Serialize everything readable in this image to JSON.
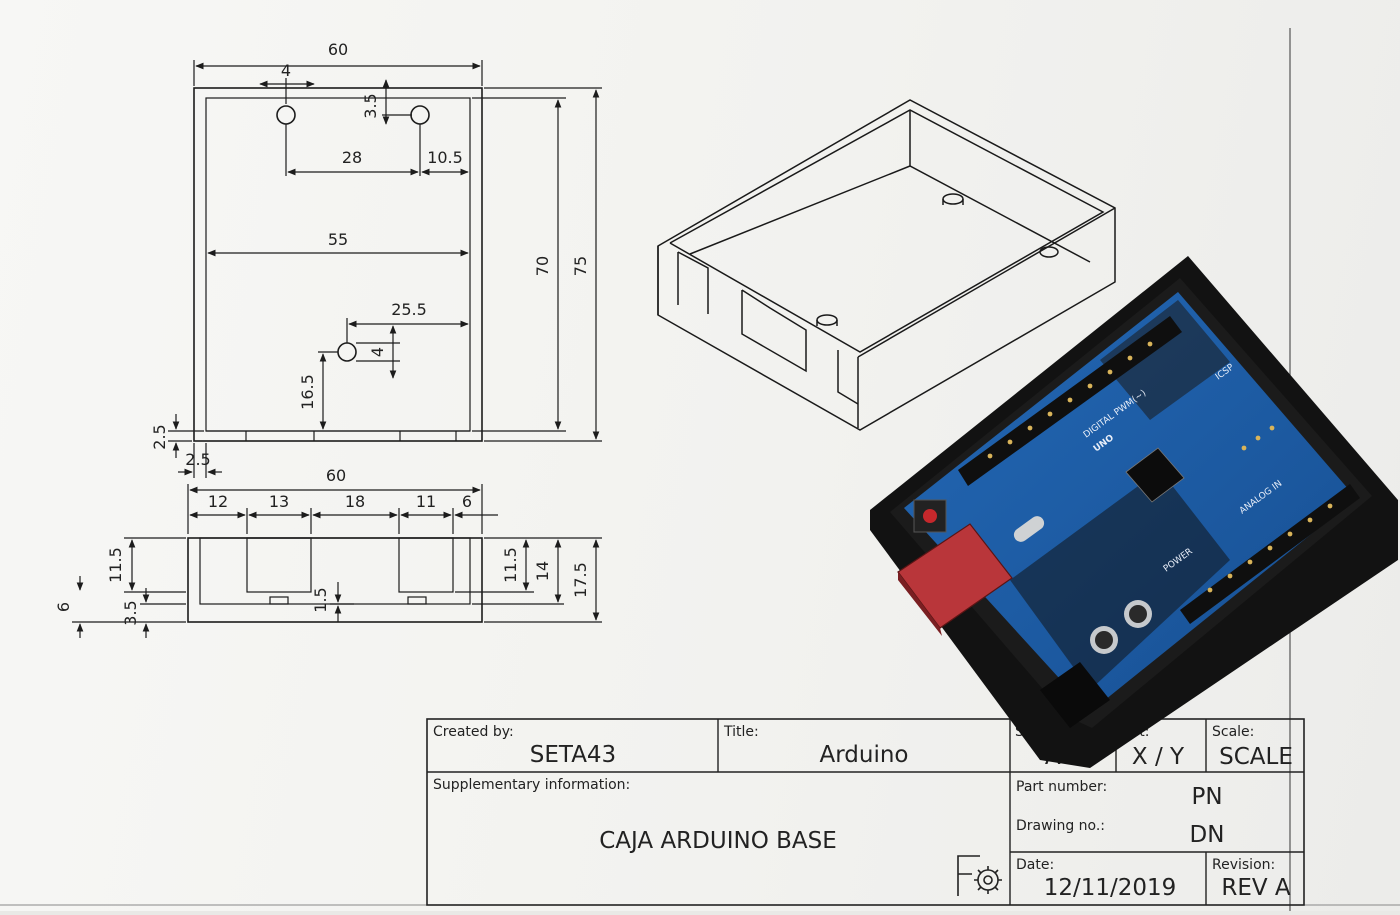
{
  "front_view": {
    "width_total": "60",
    "hole_offset_x": "4",
    "hole_offset_y": "3.5",
    "hole_spacing": "28",
    "hole_right_margin": "10.5",
    "inner_width": "55",
    "lower_hole_right": "25.5",
    "lower_hole_dia": "4",
    "lower_hole_height": "16.5",
    "inner_height": "70",
    "outer_height": "75",
    "wall_y": "2.5",
    "wall_x": "2.5"
  },
  "side_view": {
    "width_total": "60",
    "seg_1": "12",
    "seg_2": "13",
    "seg_3": "18",
    "seg_4": "11",
    "seg_5": "6",
    "cut_left": "11.5",
    "cut_right": "11.5",
    "inner_h": "14",
    "outer_h": "17.5",
    "base_total": "6",
    "base_sub": "3.5",
    "floor": "1.5"
  },
  "title_block": {
    "created_by_label": "Created by:",
    "created_by_value": "SETA43",
    "title_label": "Title:",
    "title_value": "Arduino",
    "size_label": "Size:",
    "size_value": "A4",
    "sheet_label": "eet:",
    "sheet_value": "X / Y",
    "scale_label": "Scale:",
    "scale_value": "SCALE",
    "supp_label": "Supplementary information:",
    "supp_value": "CAJA ARDUINO BASE",
    "part_label": "Part number:",
    "part_value": "PN",
    "drawing_label": "Drawing no.:",
    "drawing_value": "DN",
    "date_label": "Date:",
    "date_value": "12/11/2019",
    "revision_label": "Revision:",
    "revision_value": "REV A"
  },
  "board": {
    "logo": "UNO",
    "digital": "DIGITAL PWM(~)",
    "analog": "ANALOG IN",
    "power": "POWER",
    "icsp": "ICSP"
  },
  "colors": {
    "paper": "#f5f5f3",
    "pcb": "#1d5fa8",
    "enclosure": "#161616",
    "usb": "#b9363a"
  }
}
